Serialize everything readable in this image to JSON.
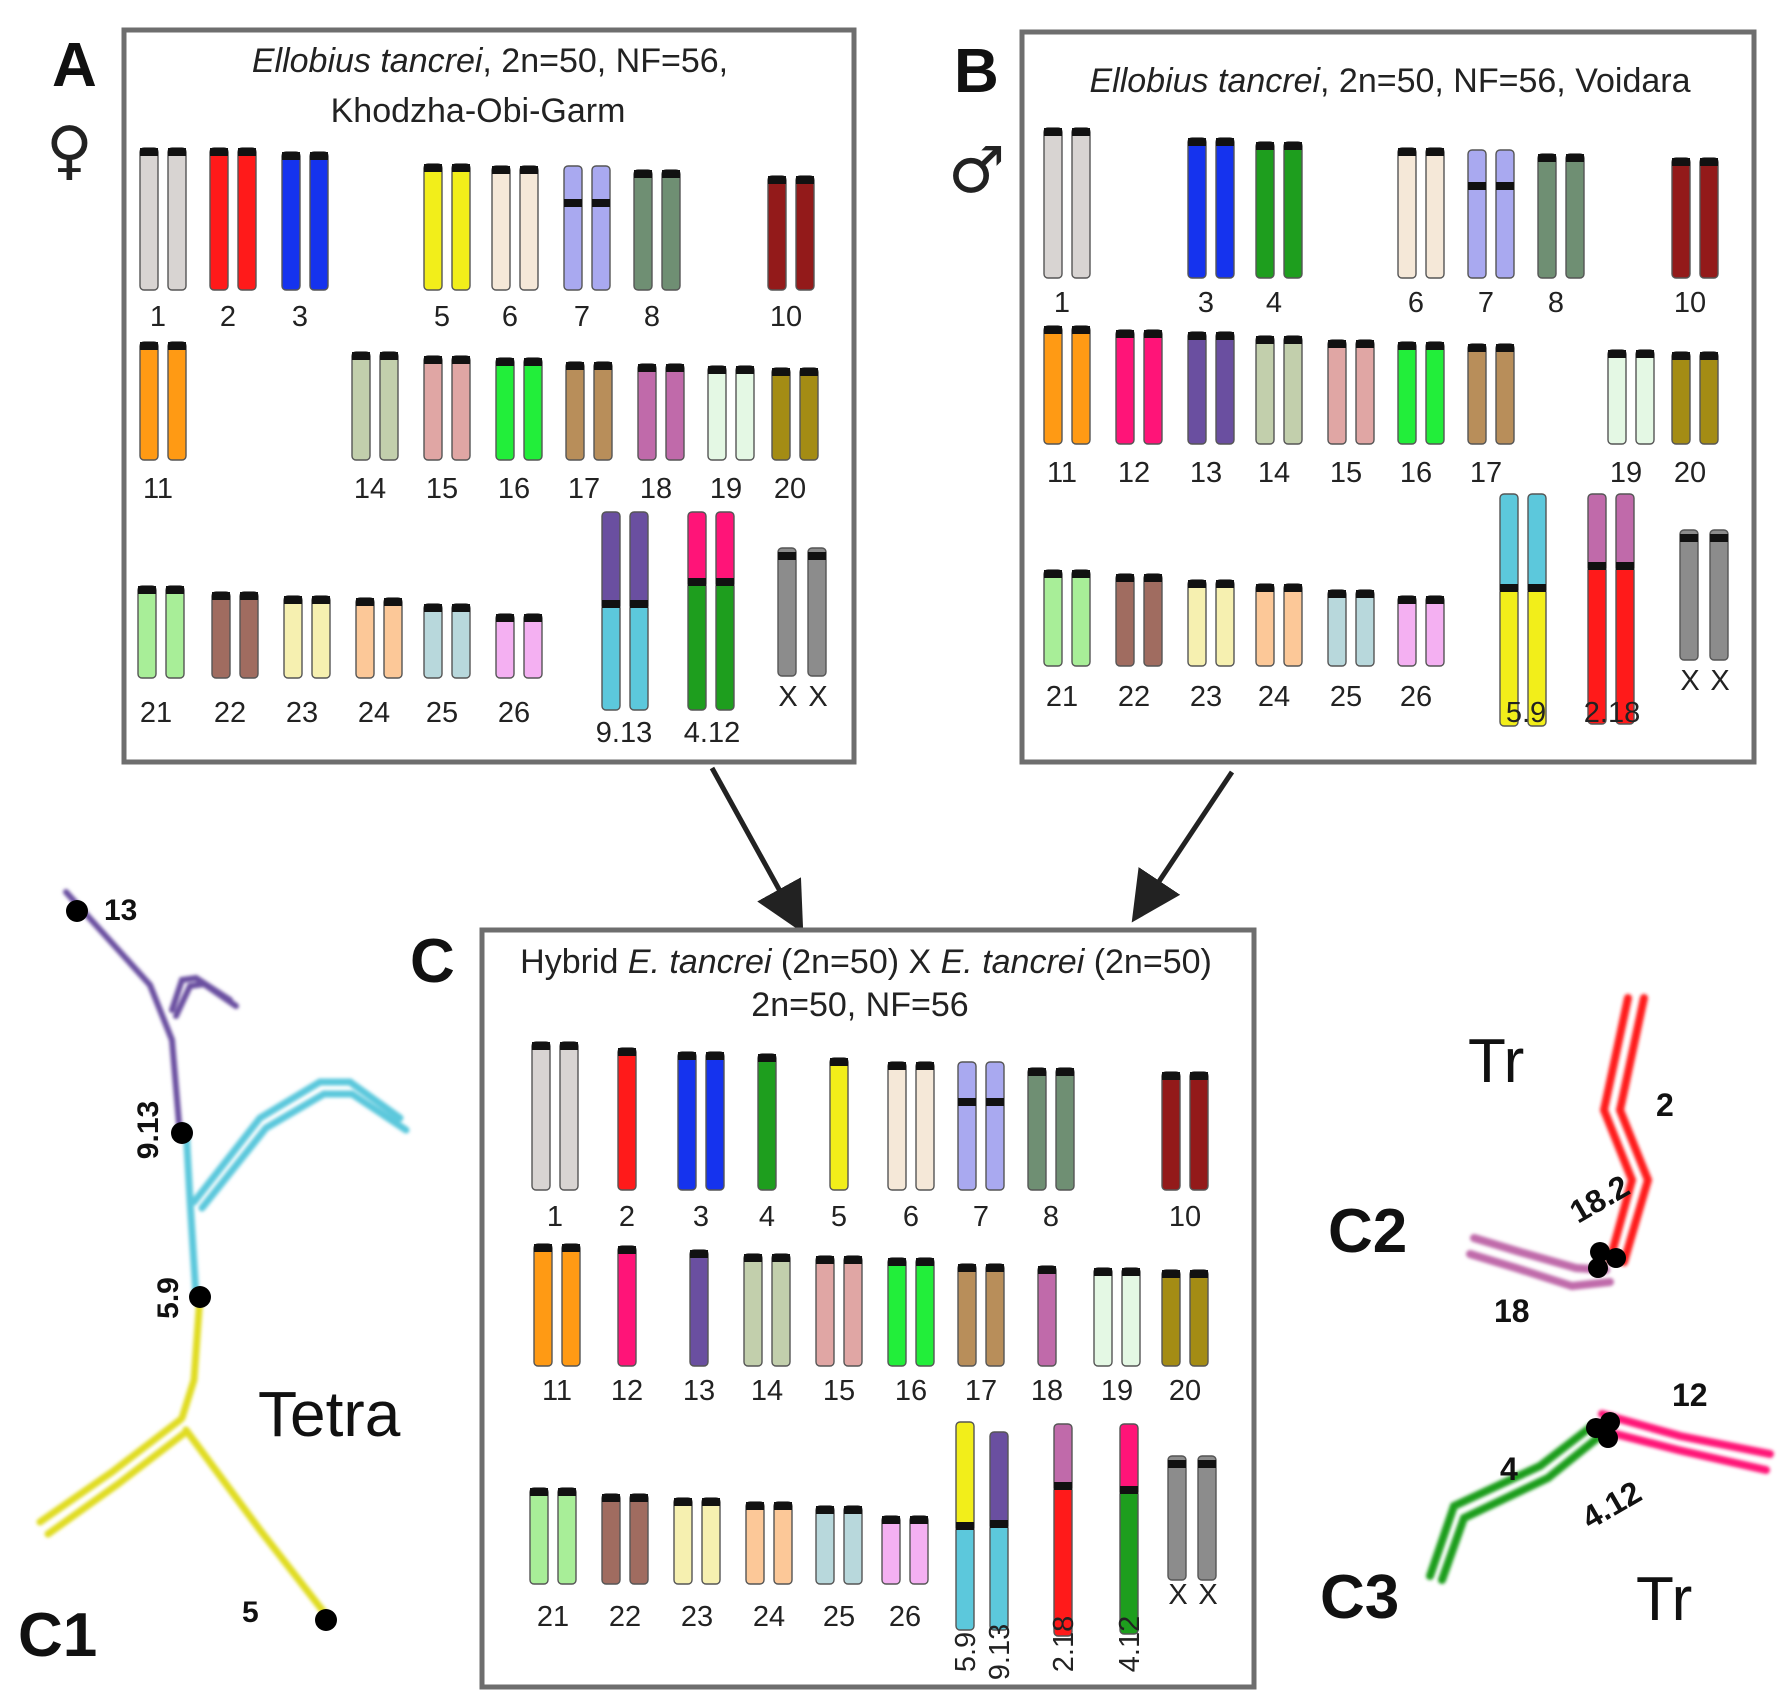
{
  "panels": {
    "A": {
      "letter": "A",
      "sex_symbol": "♀",
      "species": "Ellobius tancrei",
      "title_rest": ", 2n=50, NF=56,",
      "title_line2": "Khodzha-Obi-Garm"
    },
    "B": {
      "letter": "B",
      "sex_symbol": "♂",
      "species": "Ellobius tancrei",
      "title_rest": ", 2n=50, NF=56, Voidara"
    },
    "C": {
      "letter": "C",
      "t1": "Hybrid ",
      "t2": "E. tancrei",
      "t3": " (2n=50) X ",
      "t4": "E. tancrei",
      "t5": " (2n=50)",
      "title_line2": "2n=50, NF=56"
    }
  },
  "colors": {
    "1": "#d8d4d2",
    "2": "#ff1a1a",
    "3": "#1533ee",
    "4": "#1e9e1e",
    "5": "#f2ee1a",
    "6": "#f5e8d8",
    "7": "#a9a9f0",
    "8": "#6f8f73",
    "10": "#931a1a",
    "11": "#ff9a14",
    "12": "#ff1478",
    "13": "#6a4fa0",
    "14": "#c2cfac",
    "15": "#e0a6a4",
    "16": "#22ee3a",
    "17": "#b88e5a",
    "18": "#c06aaa",
    "19": "#e4f8e4",
    "20": "#a48c14",
    "21": "#a8ee98",
    "22": "#a06c60",
    "23": "#f6f0b0",
    "24": "#fcc898",
    "25": "#b8d8dc",
    "26": "#f4b0f2",
    "9": "#5cc8dc",
    "X": "#8c8c8c"
  },
  "labels": {
    "A": {
      "c1": "1",
      "c2": "2",
      "c3": "3",
      "c5": "5",
      "c6": "6",
      "c7": "7",
      "c8": "8",
      "c10": "10",
      "c11": "11",
      "c14": "14",
      "c15": "15",
      "c16": "16",
      "c17": "17",
      "c18": "18",
      "c19": "19",
      "c20": "20",
      "c21": "21",
      "c22": "22",
      "c23": "23",
      "c24": "24",
      "c25": "25",
      "c26": "26",
      "f913": "9.13",
      "f412": "4.12",
      "x1": "X",
      "x2": "X"
    },
    "B": {
      "c1": "1",
      "c3": "3",
      "c4": "4",
      "c6": "6",
      "c7": "7",
      "c8": "8",
      "c10": "10",
      "c11": "11",
      "c12": "12",
      "c13": "13",
      "c14": "14",
      "c15": "15",
      "c16": "16",
      "c17": "17",
      "c19": "19",
      "c20": "20",
      "c21": "21",
      "c22": "22",
      "c23": "23",
      "c24": "24",
      "c25": "25",
      "c26": "26",
      "f59": "5.9",
      "f218": "2.18",
      "x1": "X",
      "x2": "X"
    },
    "C": {
      "c1": "1",
      "c2": "2",
      "c3": "3",
      "c4": "4",
      "c5": "5",
      "c6": "6",
      "c7": "7",
      "c8": "8",
      "c10": "10",
      "c11": "11",
      "c12": "12",
      "c13": "13",
      "c14": "14",
      "c15": "15",
      "c16": "16",
      "c17": "17",
      "c18": "18",
      "c19": "19",
      "c20": "20",
      "c21": "21",
      "c22": "22",
      "c23": "23",
      "c24": "24",
      "c25": "25",
      "c26": "26",
      "f59": "5.9",
      "f913": "9.13",
      "f218": "2.18",
      "f412": "4.12",
      "x1": "X",
      "x2": "X"
    }
  },
  "c1": {
    "panel_label": "C1",
    "name": "Tetra",
    "l13": "13",
    "l913": "9.13",
    "l59": "5.9",
    "l5": "5"
  },
  "c2": {
    "panel_label": "C2",
    "tr": "Tr",
    "l2": "2",
    "l182": "18.2",
    "l18": "18"
  },
  "c3": {
    "panel_label": "C3",
    "tr": "Tr",
    "l12": "12",
    "l4": "4",
    "l412": "4.12"
  }
}
